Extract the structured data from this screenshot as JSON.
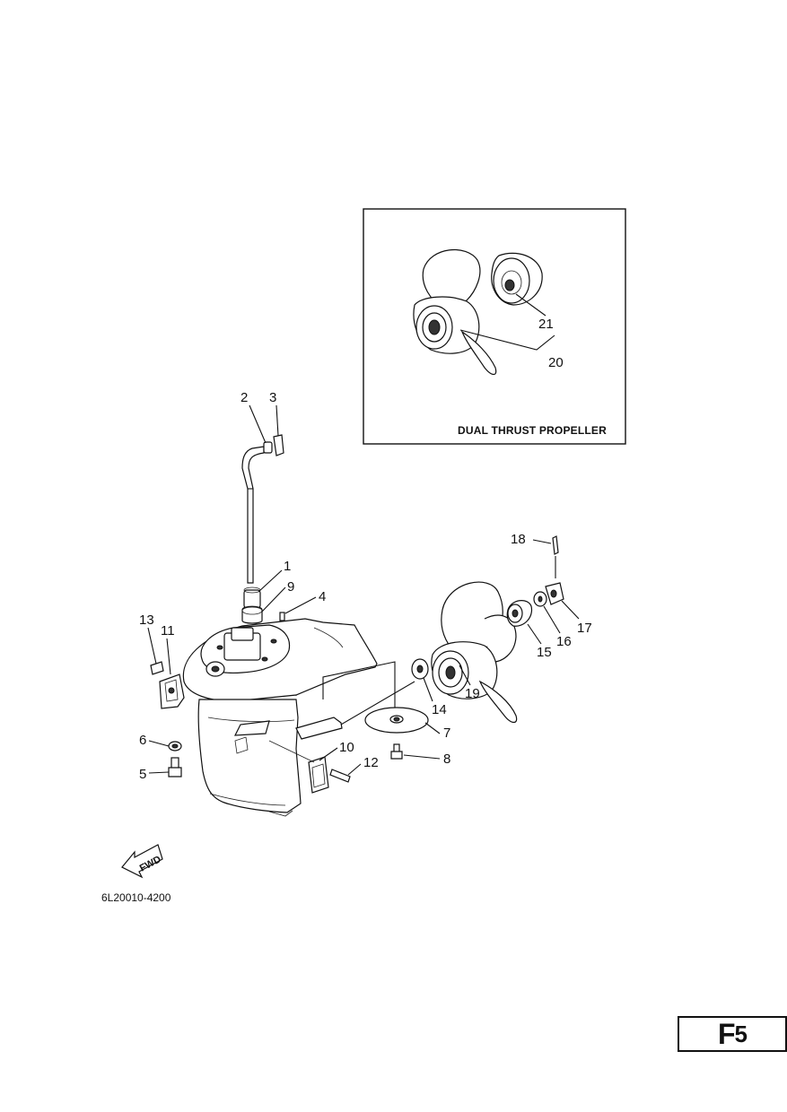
{
  "inset": {
    "title": "DUAL THRUST PROPELLER"
  },
  "callouts": {
    "c1": "1",
    "c2": "2",
    "c3": "3",
    "c4": "4",
    "c5": "5",
    "c6": "6",
    "c7": "7",
    "c8": "8",
    "c9": "9",
    "c10": "10",
    "c11": "11",
    "c12": "12",
    "c13": "13",
    "c14": "14",
    "c15": "15",
    "c16": "16",
    "c17": "17",
    "c18": "18",
    "c19": "19",
    "c20": "20",
    "c21": "21"
  },
  "fwd_label": "FWD",
  "part_code": "6L20010-4200",
  "page_badge": {
    "letter": "F",
    "number": "5"
  }
}
